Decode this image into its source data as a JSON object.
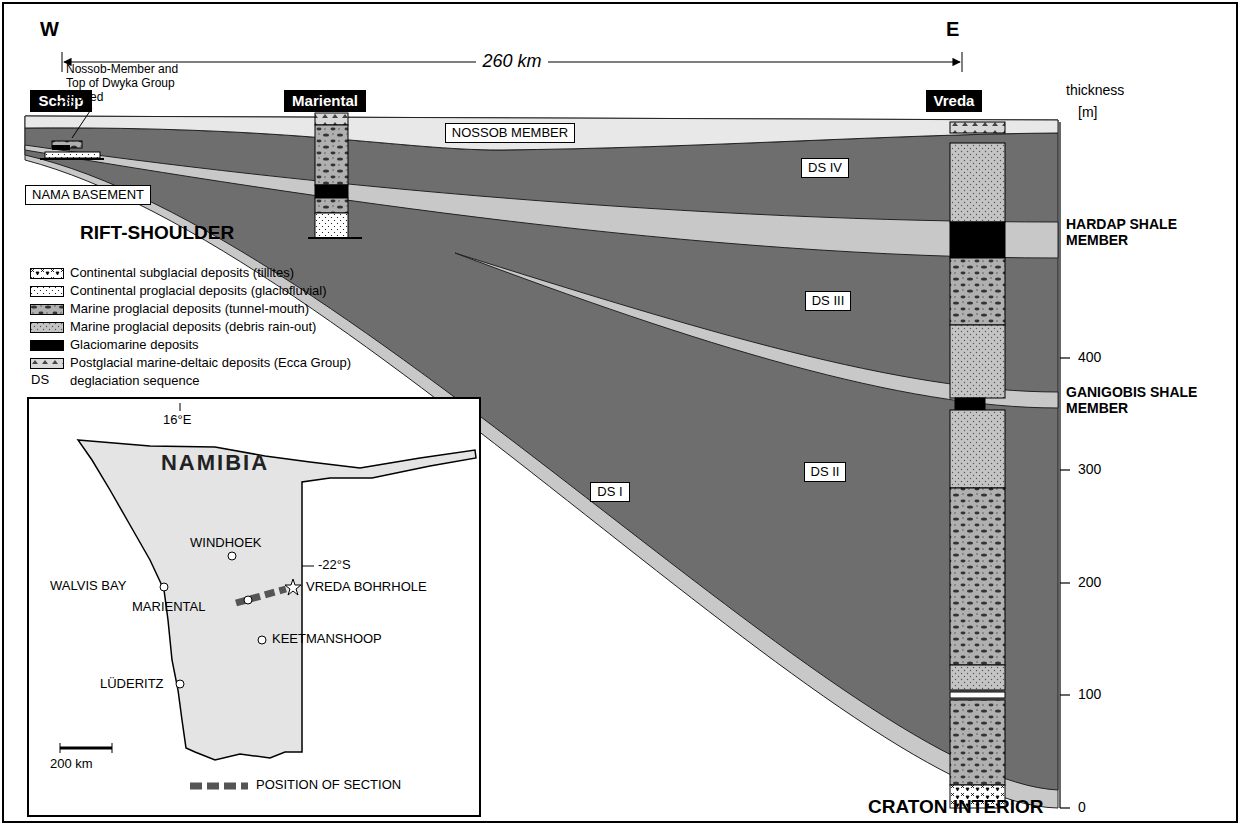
{
  "diagram": {
    "nodes": [
      {
        "text": [
          "Schlip"
        ]
      },
      {
        "text": [
          "Mariental"
        ]
      },
      {
        "text": [
          "Vreda"
        ]
      },
      {
        "text": [
          "NOSSOB MEMBER"
        ]
      },
      {
        "text": [
          "NAMA BASEMENT"
        ]
      },
      {
        "text": [
          "DS IV"
        ]
      },
      {
        "text": [
          "DS III"
        ]
      },
      {
        "text": [
          "DS II"
        ]
      },
      {
        "text": [
          "DS I"
        ]
      }
    ],
    "labels": [
      "W",
      "E",
      "260 km",
      "thickness",
      "[m]",
      "Nossob-Member and Top of Dwyka Group eroded",
      "???",
      "400",
      "300",
      "200",
      "100",
      "0",
      "HARDAP SHALE MEMBER",
      "GANIGOBIS SHALE MEMBER",
      "RIFT-SHOULDER",
      "CRATON INTERIOR",
      "DS",
      "16°E",
      "NAMIBIA",
      "WINDHOEK",
      "-22°S",
      "WALVIS BAY",
      "MARIENTAL",
      "VREDA BOHRHOLE",
      "LÜDERITZ",
      "KEETMANSHOOP",
      "200 km",
      "POSITION OF SECTION"
    ],
    "legend": [
      {
        "text": "Continental subglacial deposits (tillites)"
      },
      {
        "text": "Continental proglacial deposits (glaciofluvial)"
      },
      {
        "text": "Marine proglacial deposits (tunnel-mouth)"
      },
      {
        "text": "Marine proglacial deposits (debris rain-out)"
      },
      {
        "text": "Glaciomarine deposits",
        "color": "#000000"
      },
      {
        "text": "Postglacial marine-deltaic deposits (Ecca Group)"
      },
      {
        "text": "deglaciation sequence"
      }
    ]
  }
}
